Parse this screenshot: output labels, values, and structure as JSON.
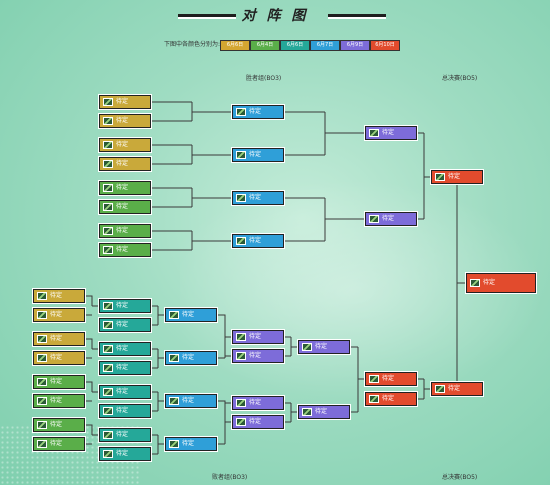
{
  "page": {
    "title": "对 阵 图"
  },
  "legend": {
    "label": "下图中各颜色分别为:",
    "items": [
      {
        "text": "6月6日",
        "color": "#d4a631"
      },
      {
        "text": "6月4日",
        "color": "#5aae49"
      },
      {
        "text": "6月6日",
        "color": "#25a899"
      },
      {
        "text": "6月7日",
        "color": "#2f9fd8"
      },
      {
        "text": "6月9日",
        "color": "#7d6cd9"
      },
      {
        "text": "6月10日",
        "color": "#e24b2d"
      }
    ]
  },
  "sections": {
    "winners": "胜者组(BO3)",
    "losers": "败者组(BO3)",
    "finals_top": "总决赛(BO5)",
    "finals_bottom": "总决赛(BO5)"
  },
  "slot_label": "待定",
  "icons": {
    "team": "team-logo-icon"
  }
}
